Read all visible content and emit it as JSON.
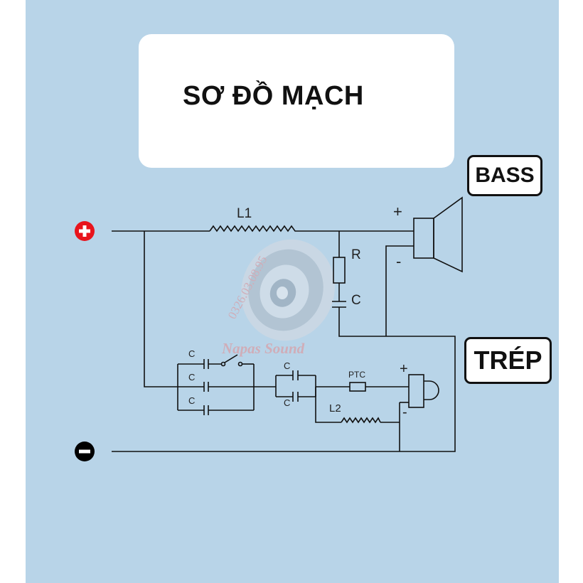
{
  "title": "SƠ ĐỒ MẠCH",
  "tags": {
    "bass": "BASS",
    "treble": "TRÉP"
  },
  "terminals": {
    "positive": "+",
    "negative": "−"
  },
  "labels": {
    "L1": "L1",
    "R": "R",
    "C_bass": "C",
    "C1": "C",
    "C2": "C",
    "C3": "C",
    "C4": "C",
    "C5": "C",
    "PTC": "PTC",
    "L2": "L2",
    "bass_plus": "+",
    "bass_minus": "-",
    "treble_plus": "+",
    "treble_minus": "-"
  },
  "watermark": {
    "phone": "0326.03.08.95",
    "brand": "Napas Sound"
  },
  "colors": {
    "background": "#b8d4e8",
    "positive": "#e8141c",
    "negative": "#000000",
    "watermark": "#d8a0a8"
  }
}
